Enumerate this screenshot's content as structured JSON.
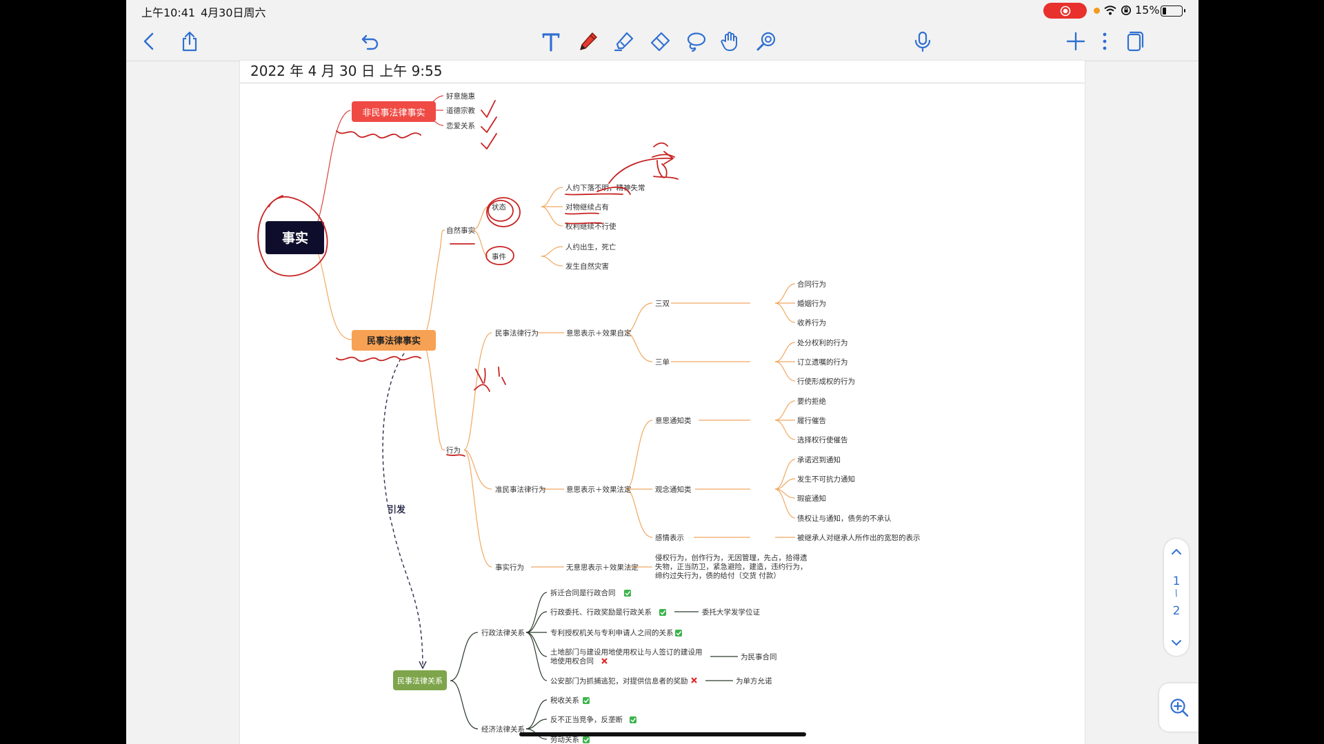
{
  "status": {
    "time": "上午10:41",
    "date": "4月30日周六",
    "battery": "15%"
  },
  "note": {
    "timestamp": "2022 年 4 月 30 日 上午 9:55"
  },
  "colors": {
    "accent": "#2f6fd1",
    "root": "#0e0e2c",
    "non_civil": "#f04a44",
    "civil": "#f7a154",
    "civil_relation": "#7ea54b",
    "branch_orange": "#f1a760",
    "branch_red": "#d9443f",
    "ink_red": "#c82121"
  },
  "toolbar": {
    "icons": [
      "back-icon",
      "share-icon",
      "undo-icon",
      "text-tool-icon",
      "pen-tool-icon",
      "highlighter-tool-icon",
      "eraser-tool-icon",
      "lasso-tool-icon",
      "hand-tool-icon",
      "laser-tool-icon",
      "microphone-icon",
      "add-page-icon",
      "more-icon",
      "pages-icon"
    ]
  },
  "mindmap": {
    "root": "事实",
    "non_civil": {
      "label": "非民事法律事实",
      "children": [
        "好意施惠",
        "道德宗教",
        "恋爱关系"
      ]
    },
    "civil": {
      "label": "民事法律事实",
      "natural": {
        "label": "自然事实",
        "state": {
          "label": "状态",
          "children": [
            "人约下落不明，精神失常",
            "对物继续占有",
            "权利继续不行使"
          ]
        },
        "event": {
          "label": "事件",
          "children": [
            "人约出生，死亡",
            "发生自然灾害"
          ]
        }
      },
      "act": {
        "label": "行为",
        "civil_act": {
          "label": "民事法律行为",
          "formula": "意思表示＋效果自定",
          "bilateral": {
            "label": "三双",
            "children": [
              "合同行为",
              "婚姻行为",
              "收养行为"
            ]
          },
          "unilateral": {
            "label": "三单",
            "children": [
              "处分权利的行为",
              "订立遗嘱的行为",
              "行使形成权的行为"
            ]
          }
        },
        "quasi_act": {
          "label": "准民事法律行为",
          "formula": "意思表示＋效果法定",
          "intent_notice": {
            "label": "意思通知类",
            "children": [
              "要约拒绝",
              "履行催告",
              "选择权行使催告"
            ]
          },
          "idea_notice": {
            "label": "观念通知类",
            "children": [
              "承诺迟到通知",
              "发生不可抗力通知",
              "瑕疵通知",
              "债权让与通知，债务的不承认"
            ]
          },
          "emotion": {
            "label": "感情表示",
            "children": [
              "被继承人对继承人所作出的宽恕的表示"
            ]
          }
        },
        "fact_act": {
          "label": "事实行为",
          "formula": "无意思表示＋效果法定",
          "desc_lines": [
            "侵权行为，创作行为，无因管理，先占，拾得遗",
            "失物，正当防卫，紧急避险，建造，违约行为，",
            "缔约过失行为，债的给付（交货 付款）"
          ]
        }
      }
    },
    "triggers_label": "引发",
    "civil_relation": {
      "label": "民事法律关系",
      "admin": {
        "label": "行政法律关系",
        "items": [
          {
            "text": "拆迁合同是行政合同",
            "mark": "check"
          },
          {
            "text": "行政委托、行政奖励是行政关系",
            "mark": "check",
            "note": "委托大学发学位证"
          },
          {
            "text": "专利授权机关与专利申请人之间的关系",
            "mark": "check"
          },
          {
            "text": "土地部门与建设用地使用权让与人签订的建设用",
            "text2": "地使用权合同",
            "mark": "cross",
            "note": "为民事合同"
          },
          {
            "text": "公安部门为抓捕逃犯，对提供信息者的奖励",
            "mark": "cross",
            "note": "为单方允诺"
          }
        ]
      },
      "econ": {
        "label": "经济法律关系",
        "items": [
          {
            "text": "税收关系",
            "mark": "check"
          },
          {
            "text": "反不正当竞争，反垄断",
            "mark": "check"
          },
          {
            "text": "劳动关系",
            "mark": "check"
          }
        ]
      }
    }
  },
  "pager": {
    "current": "1",
    "sep": "/",
    "total": "2"
  }
}
